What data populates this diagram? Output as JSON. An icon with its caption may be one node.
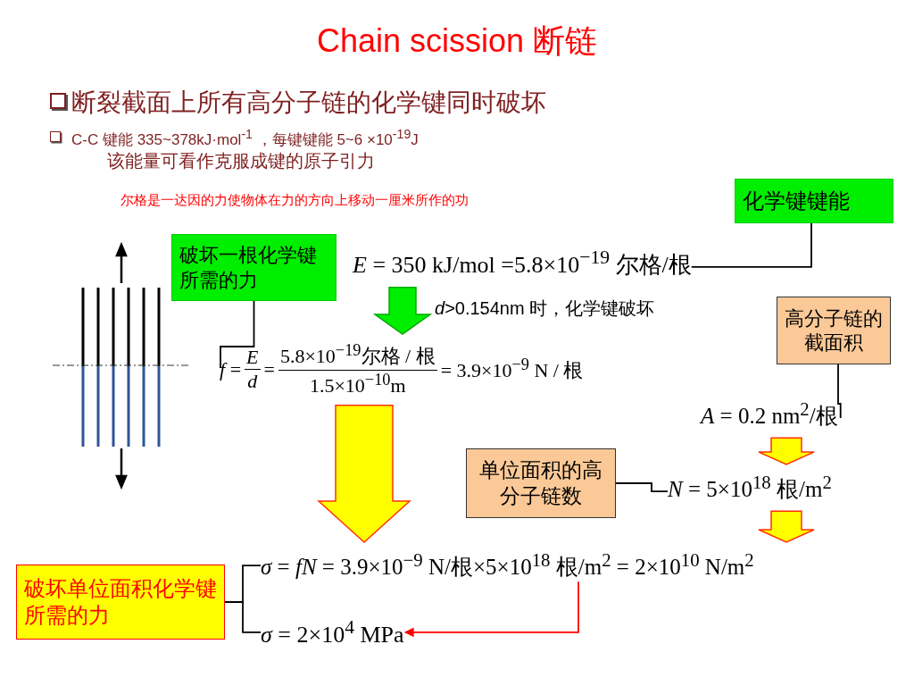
{
  "diagram": {
    "title": "Chain scission 断链",
    "nodes": [
      {
        "text": [
          "化学键键能"
        ]
      },
      {
        "text": [
          "破坏一根化学键所需的力"
        ]
      },
      {
        "text": [
          "*E* = 350 kJ/mol =5.8×10$^{−19}$ 尔格/根"
        ]
      },
      {
        "text": [
          "*f* =",
          "*E*",
          "*d*",
          "=",
          "5.8×10$^{−19}$尔格 / 根",
          "1.5×10$^{−10}$m",
          "= 3.9×10$^{−9}$ N / 根"
        ]
      },
      {
        "text": [
          "高分子链的截面积"
        ]
      },
      {
        "text": [
          "*A* = 0.2 nm$^{2}$/根"
        ]
      },
      {
        "text": [
          "单位面积的高分子链数"
        ]
      },
      {
        "text": [
          "*N* = 5×10$^{18}$ 根/m$^{2}$"
        ]
      },
      {
        "text": [
          "破坏单位面积化学键所需的力"
        ]
      },
      {
        "text": [
          "*σ* = *fN* = 3.9×10$^{−9}$ N/根×5×10$^{18}$ 根/m$^{2}$ = 2×10$^{10}$ N/m$^{2}$"
        ]
      },
      {
        "text": [
          "*σ* = 2×10$^{4}$ MPa"
        ]
      }
    ],
    "edges": [
      {
        "from": 0,
        "to": 2,
        "arrow": "none"
      },
      {
        "from": 1,
        "to": 3,
        "arrow": "none"
      },
      {
        "from": 2,
        "to": 3,
        "arrow": "to",
        "label": "*d*>0.154nm 时，化学键破坏"
      },
      {
        "from": 4,
        "to": 5,
        "arrow": "none"
      },
      {
        "from": 6,
        "to": 7,
        "arrow": "none"
      },
      {
        "from": 5,
        "to": 7,
        "arrow": "to"
      },
      {
        "from": 7,
        "to": 9,
        "arrow": "to"
      },
      {
        "from": 3,
        "to": 9,
        "arrow": "to"
      },
      {
        "from": 8,
        "to": 9,
        "arrow": "none"
      },
      {
        "from": 8,
        "to": 10,
        "arrow": "none"
      },
      {
        "from": 9,
        "to": 10,
        "arrow": "to",
        "color": "#ff0000"
      }
    ],
    "labels": [
      "断裂截面上所有高分子链的化学键同时破坏",
      "C-C 键能 335~378kJ·mol$^{-1}$ ，每键键能 5~6 ×10$^{-19}$J",
      "该能量可看作克服成键的原子引力",
      "尔格是一达因的力使物体在力的方向上移动一厘米所作的功"
    ]
  }
}
